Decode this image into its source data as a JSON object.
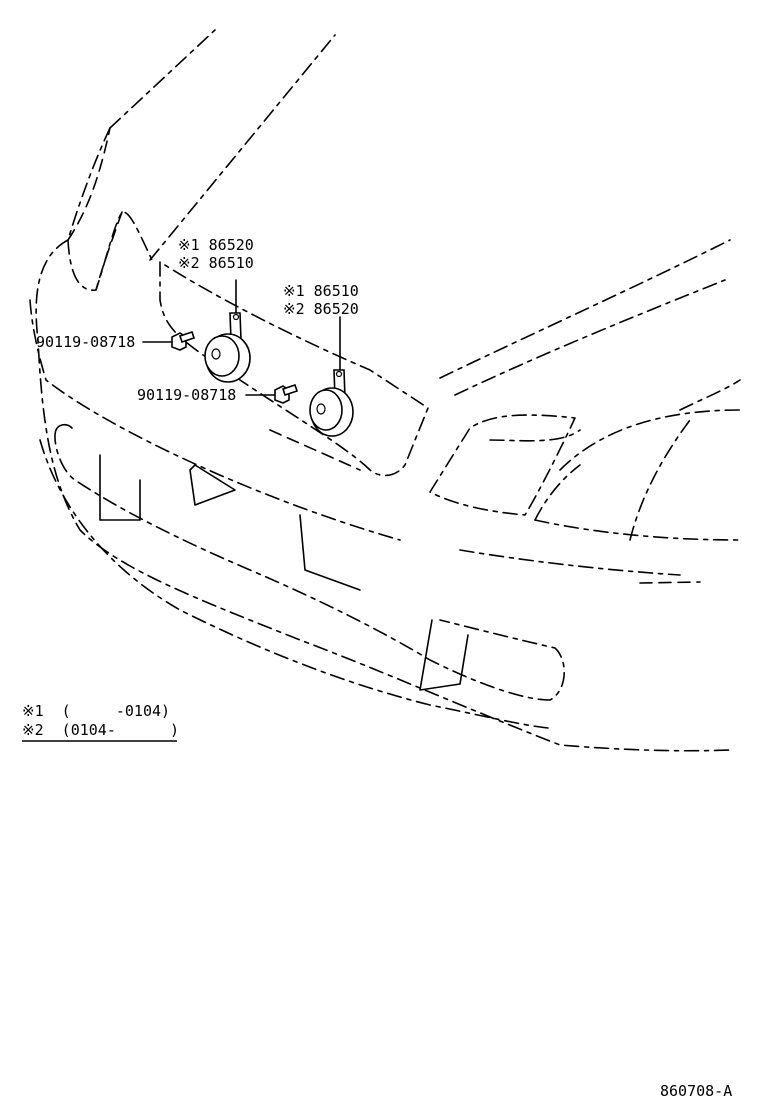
{
  "callouts": {
    "horn_left": {
      "line1": "※1 86520",
      "line2": "※2 86510"
    },
    "horn_right": {
      "line1": "※1 86510",
      "line2": "※2 86520"
    },
    "bolt_left": "90119-08718",
    "bolt_right": "90119-08718"
  },
  "legend": {
    "row1": "※1  (     -0104)",
    "row2": "※2  (0104-      )"
  },
  "figure_id": "860708-A"
}
